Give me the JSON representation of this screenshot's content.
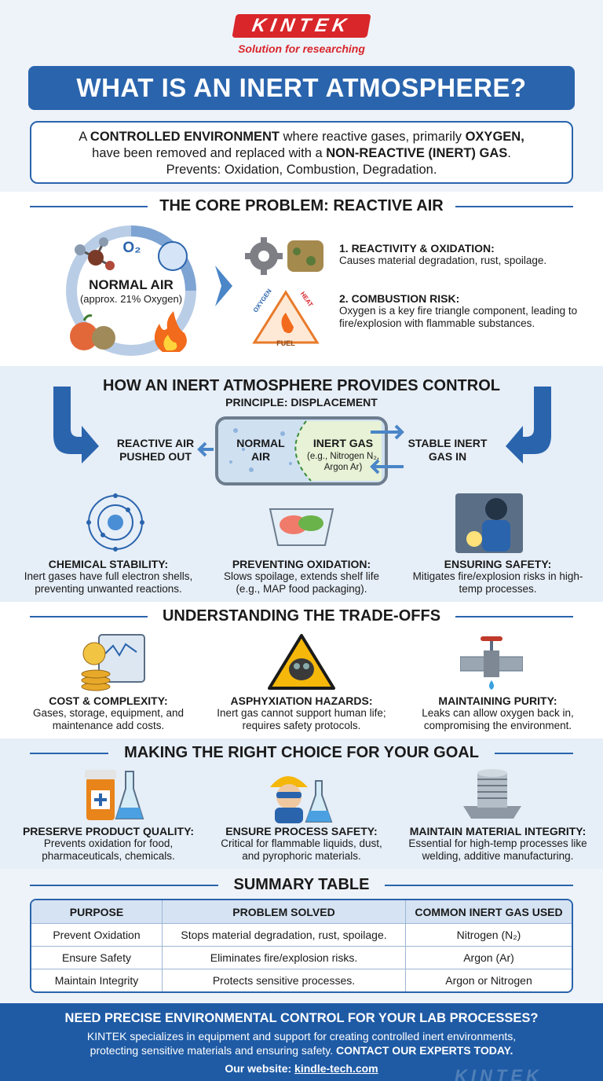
{
  "brand": {
    "logo": "KINTEK",
    "tagline": "Solution for researching"
  },
  "title": "WHAT IS AN INERT ATMOSPHERE?",
  "definition": {
    "p1": "A ",
    "p2": "CONTROLLED ENVIRONMENT",
    "p3": " where reactive gases, primarily ",
    "p4": "OXYGEN,",
    "p5": "have been removed and replaced with a ",
    "p6": "NON-REACTIVE (INERT) GAS",
    "p7": ".",
    "p8": "Prevents: Oxidation, Combustion, Degradation."
  },
  "core_problem": {
    "title": "THE CORE PROBLEM: REACTIVE AIR",
    "circle_title": "NORMAL AIR",
    "circle_sub": "(approx. 21% Oxygen)",
    "o2": "O₂",
    "triangle": {
      "left": "OXYGEN",
      "right": "HEAT",
      "bottom": "FUEL"
    },
    "items": [
      {
        "head": "1. REACTIVITY & OXIDATION:",
        "body": "Causes material degradation, rust, spoilage."
      },
      {
        "head": "2. COMBUSTION RISK:",
        "body": "Oxygen is a key fire triangle component, leading to fire/explosion with flammable substances."
      }
    ]
  },
  "control": {
    "title": "HOW AN INERT ATMOSPHERE PROVIDES CONTROL",
    "principle": "PRINCIPLE: DISPLACEMENT",
    "left_label": "REACTIVE AIR PUSHED OUT",
    "right_label": "STABLE INERT GAS IN",
    "box_left": "NORMAL AIR",
    "box_right_head": "INERT GAS",
    "box_right_sub": "(e.g., Nitrogen N₂, Argon Ar)",
    "benefits": [
      {
        "head": "CHEMICAL STABILITY:",
        "body": "Inert gases have full electron shells, preventing unwanted reactions.",
        "icon": "atom-icon"
      },
      {
        "head": "PREVENTING OXIDATION:",
        "body": "Slows spoilage, extends shelf life (e.g., MAP food packaging).",
        "icon": "food-tray-icon"
      },
      {
        "head": "ENSURING SAFETY:",
        "body": "Mitigates fire/explosion risks in high-temp processes.",
        "icon": "welder-icon"
      }
    ]
  },
  "tradeoffs": {
    "title": "UNDERSTANDING THE TRADE-OFFS",
    "items": [
      {
        "head": "COST & COMPLEXITY:",
        "body": "Gases, storage, equipment, and maintenance add costs.",
        "icon": "coins-equipment-icon"
      },
      {
        "head": "ASPHYXIATION HAZARDS:",
        "body": "Inert gas cannot support human life; requires safety protocols.",
        "icon": "gas-mask-warning-icon"
      },
      {
        "head": "MAINTAINING PURITY:",
        "body": "Leaks can allow oxygen back in, compromising the environment.",
        "icon": "leaking-pipe-icon"
      }
    ]
  },
  "choice": {
    "title": "MAKING THE RIGHT CHOICE FOR YOUR GOAL",
    "items": [
      {
        "head": "PRESERVE PRODUCT QUALITY:",
        "body": "Prevents oxidation for food, pharmaceuticals, chemicals.",
        "icon": "medicine-flask-icon"
      },
      {
        "head": "ENSURE PROCESS SAFETY:",
        "body": "Critical for flammable liquids, dust, and pyrophoric materials.",
        "icon": "worker-flask-icon"
      },
      {
        "head": "MAINTAIN MATERIAL INTEGRITY:",
        "body": "Essential for high-temp processes like welding, additive manufacturing.",
        "icon": "flange-part-icon"
      }
    ]
  },
  "summary": {
    "title": "SUMMARY TABLE",
    "headers": [
      "PURPOSE",
      "PROBLEM SOLVED",
      "COMMON INERT GAS USED"
    ],
    "rows": [
      [
        "Prevent Oxidation",
        "Stops material degradation, rust, spoilage.",
        "Nitrogen (N₂)"
      ],
      [
        "Ensure Safety",
        "Eliminates fire/explosion risks.",
        "Argon (Ar)"
      ],
      [
        "Maintain Integrity",
        "Protects sensitive processes.",
        "Argon or Nitrogen"
      ]
    ]
  },
  "footer": {
    "headline": "NEED PRECISE ENVIRONMENTAL CONTROL FOR YOUR LAB PROCESSES?",
    "body1": "KINTEK specializes in equipment and support for creating controlled inert environments,",
    "body2": "protecting sensitive materials and ensuring safety. ",
    "cta": "CONTACT OUR EXPERTS TODAY.",
    "website_label": "Our website: ",
    "website": "kindle-tech.com",
    "watermark": "KINTEK"
  },
  "colors": {
    "primary": "#2a64ad",
    "brand_red": "#d8262b",
    "footer": "#1f5ba5"
  }
}
